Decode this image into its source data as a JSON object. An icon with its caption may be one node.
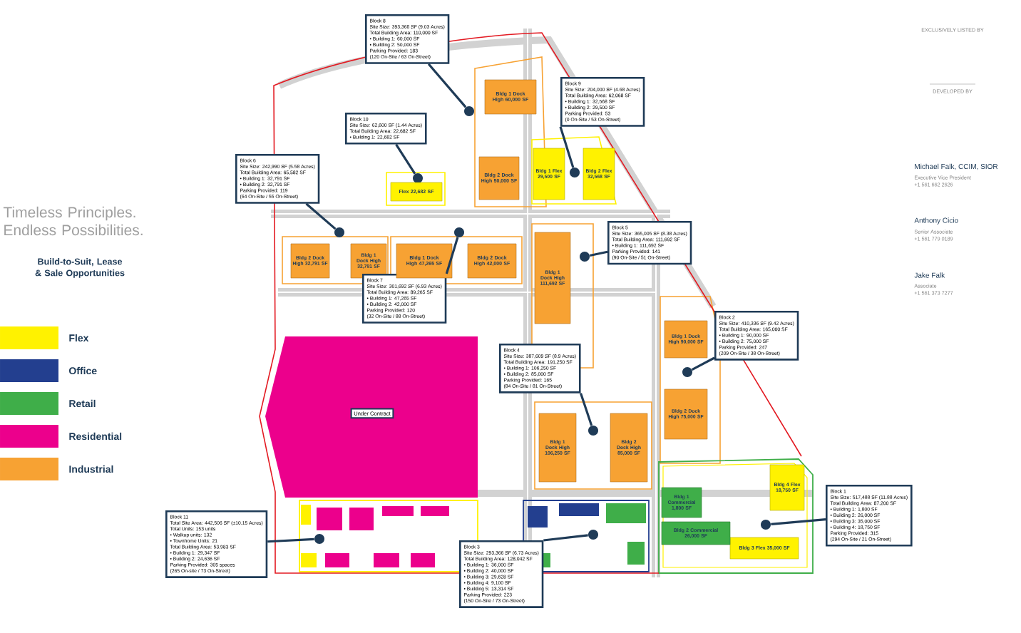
{
  "diagram": {
    "nodes": [
      {
        "text": [
          "Block 8",
          "Site Size: 393,368 SF (9.03 Acres)",
          "Total Building Area: 110,000 SF",
          "• Building 1: 60,000 SF",
          "• Building 2: 50,000 SF",
          "Parking Provided: 183",
          "(120 On-Site / 63 On-Street)"
        ]
      },
      {
        "text": [],
        "shape": "circle"
      },
      {
        "text": [
          "Bldg 1 Dock High 60,000 SF"
        ]
      },
      {
        "text": [
          "Bldg 2 Dock High 50,000 SF"
        ]
      },
      {
        "text": [
          "Block 9",
          "Site Size: 204,000 SF (4.68 Acres)",
          "Total Building Area: 62,068 SF",
          "• Building 1: 32,568 SF",
          "• Building 2: 29,500 SF",
          "Parking Provided: 53",
          "(0 On-Site / 53 On-Street)"
        ]
      },
      {
        "text": [],
        "shape": "circle"
      },
      {
        "text": [
          "Bldg 1 Flex 29,500 SF"
        ]
      },
      {
        "text": [
          "Bldg 2 Flex 32,568 SF"
        ]
      },
      {
        "text": [
          "Block 10",
          "Site Size: 62,600 SF (1.44 Acres)",
          "Total Building Area: 22,682 SF",
          "• Building 1: 22,682 SF"
        ]
      },
      {
        "text": [],
        "shape": "circle"
      },
      {
        "text": [
          "Flex 22,682 SF"
        ]
      },
      {
        "text": [
          "Block 6",
          "Site Size: 242,990 SF (5.58 Acres)",
          "Total Building Area: 65,582 SF",
          "• Building 1: 32,791 SF",
          "• Building 2: 32,791 SF",
          "Parking Provided: 119",
          "(64 On-Site / 55 On-Street)"
        ]
      },
      {
        "text": [],
        "shape": "circle"
      },
      {
        "text": [
          "Bldg 2 Dock High 32,791 SF"
        ]
      },
      {
        "text": [
          "Bldg 1 Dock High 32,791 SF"
        ]
      },
      {
        "text": [
          "Block 7",
          "Site Size: 301,692 SF (6.93 Acres)",
          "Total Building Area: 89,265 SF",
          "• Building 1: 47,265 SF",
          "• Building 2: 42,000 SF",
          "Parking Provided: 120",
          "(32 On-Site / 88 On-Street)"
        ]
      },
      {
        "text": [],
        "shape": "circle"
      },
      {
        "text": [
          "Bldg 1 Dock High 47,265 SF"
        ]
      },
      {
        "text": [
          "Bldg 2 Dock High 42,000 SF"
        ]
      },
      {
        "text": [
          "Block 5",
          "Site Size: 365,005 SF (8.38 Acres)",
          "Total Building Area: 111,692 SF",
          "• Building 1: 111,692 SF",
          "Parking Provided: 141",
          "(90 On-Site / 51 On-Street)"
        ]
      },
      {
        "text": [],
        "shape": "circle"
      },
      {
        "text": [
          "Bldg 1 Dock High 111,692 SF"
        ]
      },
      {
        "text": [
          "Block 4",
          "Site Size: 387,609 SF (8.9 Acres)",
          "Total Building Area: 191,250 SF",
          "• Building 1: 106,250 SF",
          "• Building 2: 85,000 SF",
          "Parking Provided: 165",
          "(84 On-Site / 81 On-Street)"
        ]
      },
      {
        "text": [],
        "shape": "circle"
      },
      {
        "text": [
          "Bldg 1 Dock High 106,250 SF"
        ]
      },
      {
        "text": [
          "Bldg 2 Dock High 85,000 SF"
        ]
      },
      {
        "text": [
          "Block 2",
          "Site Size: 410,336 SF (9.42 Acres)",
          "Total Building Area: 165,000 SF",
          "• Building 1: 90,000 SF",
          "• Building 2: 75,000 SF",
          "Parking Provided: 247",
          "(209 On-Site / 38 On-Street)"
        ]
      },
      {
        "text": [],
        "shape": "circle"
      },
      {
        "text": [
          "Bldg 1 Dock High 90,000 SF"
        ]
      },
      {
        "text": [
          "Bldg 2 Dock High 75,000 SF"
        ]
      },
      {
        "text": [
          "Under Contract"
        ]
      },
      {
        "text": [
          "Block 11",
          "Total Site Area: 442,506 SF (±10.15 Acres)",
          "Total Units: 153 units",
          "• Walkup units: 132",
          "• Townhome Units: 21",
          "Total Building Area: 53,983 SF",
          "• Building 1: 29,347 SF",
          "• Building 2: 24,636 SF",
          "Parking Provided: 305 spaces",
          "(265 On-site / 73 On-Street)"
        ]
      },
      {
        "text": [],
        "shape": "circle"
      },
      {
        "text": [
          "Block 3",
          "Site Size: 293,366 SF (6.73 Acres)",
          "Total Building Area: 128,042 SF",
          "• Building 1: 36,000 SF",
          "• Building 2: 40,000 SF",
          "• Building 3: 29,628 SF",
          "• Building 4: 9,100 SF",
          "• Building 5: 13,314 SF",
          "Parking Provided: 223",
          "(150 On-Site / 73 On-Street)"
        ]
      },
      {
        "text": [],
        "shape": "circle"
      },
      {
        "text": [
          "Block 1",
          "Site Size: 517,488 SF (11.88 Acres)",
          "Total Building Area: 87,200 SF",
          "• Building 1: 1,800 SF",
          "• Building 2: 26,000 SF",
          "• Building 3: 35,000 SF",
          "• Building 4: 18,750 SF",
          "Parking Provided: 315",
          "(294 On-Site / 21 On-Street)"
        ]
      },
      {
        "text": [],
        "shape": "circle"
      },
      {
        "text": [
          "Bldg 4 Flex 18,750 SF"
        ]
      },
      {
        "text": [
          "Bldg 3 Flex 35,000 SF"
        ]
      },
      {
        "text": [
          "Bldg 1 Commercial 1,800 SF"
        ]
      },
      {
        "text": [
          "Bldg 2 Commercial 26,000 SF"
        ]
      }
    ],
    "edges": [
      {
        "from": 0,
        "to": 1,
        "arrow": "none"
      },
      {
        "from": 4,
        "to": 5,
        "arrow": "none"
      },
      {
        "from": 8,
        "to": 9,
        "arrow": "none"
      },
      {
        "from": 11,
        "to": 12,
        "arrow": "none"
      },
      {
        "from": 15,
        "to": 16,
        "arrow": "none"
      },
      {
        "from": 19,
        "to": 20,
        "arrow": "none"
      },
      {
        "from": 22,
        "to": 23,
        "arrow": "none"
      },
      {
        "from": 26,
        "to": 27,
        "arrow": "none"
      },
      {
        "from": 31,
        "to": 32,
        "arrow": "none"
      },
      {
        "from": 33,
        "to": 34,
        "arrow": "none"
      },
      {
        "from": 35,
        "to": 36,
        "arrow": "none"
      }
    ],
    "labels": [
      "Timeless Principles. Endless Possibilities.",
      "Build-to-Suit, Lease & Sale Opportunities",
      "EXCLUSIVELY LISTED BY",
      "DEVELOPED BY",
      "Michael Falk, CCIM, SIOR",
      "Executive Vice President",
      "+1 561 662 2626",
      "Anthony Cicio",
      "Senior Associate",
      "+1 561 779 0189",
      "Jake Falk",
      "Associate",
      "+1 561 373 7277"
    ],
    "legend": [
      {
        "text": "Flex",
        "color": "#fff200"
      },
      {
        "text": "Office",
        "color": "#233f8f"
      },
      {
        "text": "Retail",
        "color": "#3fae49"
      },
      {
        "text": "Residential",
        "color": "#ec008c"
      },
      {
        "text": "Industrial",
        "color": "#f7a233"
      }
    ]
  }
}
